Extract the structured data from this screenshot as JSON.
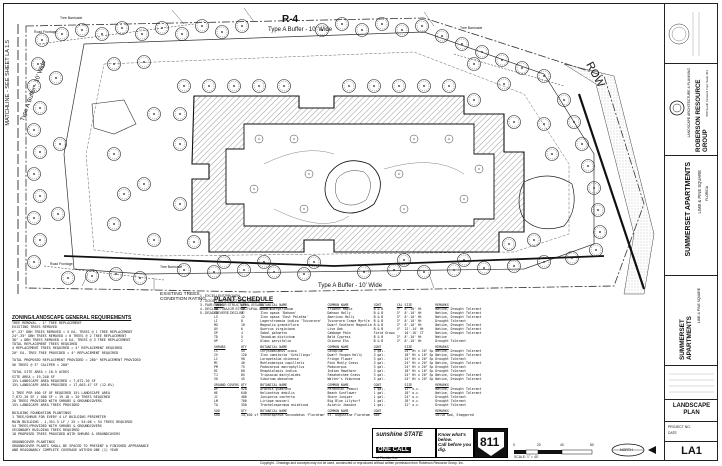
{
  "plan": {
    "r4_label": "R-4",
    "buffer_top": "Type A Buffer - 10' Wide",
    "buffer_bottom": "Type A Buffer - 10' Wide",
    "buffer_left": "Type A Buffer - 10' Wide",
    "row_label": "ROW",
    "matchline": "MATCHLINE - SEE SHEET LA 1.5",
    "tree_barricade": "Tree Barricade",
    "road_frontage": "Road Frontage",
    "existing_trees_title": "EXISTING TREES",
    "existing_trees_subtitle": "CONDITION RATING",
    "existing_rating": [
      "1 - EXCELLENT/PROVEN",
      "2 - GOOD / NO STRUCTURAL ISSUES",
      "3 - FAIR / MINOR STRUCTURAL ISSUES",
      "4 - DECLINE / MAJOR STRUCTURAL ISSUES",
      "5 - DEAD/SEVERE DECLINE"
    ]
  },
  "notes": {
    "title": "ZONING/LANDSCAPE GENERAL REQUIREMENTS",
    "lines": [
      "TREE REMOVAL - 1\" TREE REPLACEMENT",
      "EXISTING TREES REMOVED",
      "6\"-23\" DBH TREES REMOVED = 5 EA. TREES @ 1 TREE REPLACEMENT",
      "24\"-35\" DBH TREES REMOVED = 0 TREES @ 2 TREE REPLACEMENT",
      "36\" + DBH TREES REMOVED = 0 EA. TREES @ 3 TREE REPLACEMENT",
      "TOTAL REPLACEMENT TREES REQUIRED",
      "4 REPLACEMENT TREES REQUIRED = 4\" REPLACEMENT REQUIRED",
      "20\" EA. TREE TREE PROVIDED = 4\" REPLACEMENT REQUIRED",
      "",
      "TOTAL PROPOSED REPLACEMENT PROVIDED = 280\" REPLACEMENT PROVIDED",
      "56 TREES @ 5\" CALIPER = 280\"",
      "",
      "TOTAL SITE AREA = 10.5 ACRES",
      "SITE AREA = 19,240 SF",
      "15% LANDSCAPE AREA REQUIRED = 7,672.20 SF",
      "15% LANDSCAPE AREA PROVIDED = 17,603.47 SF (12.6%)",
      "",
      "1 TREE PER 400 SF OF REQUIRED 15% LANDSCAPE AREA",
      "7,672.20 SF / 400 SF = 19.18 = 20 TREES REQUIRED",
      "20 TREES PROVIDED WITH SHRUBS & GROUNDCOVERS",
      "15% LANDSCAPE AREA TREES PROVIDED",
      "",
      "BUILDING FOUNDATION PLANTINGS",
      "1 TREE/SHRUB FOR EVERY 4 LF BUILDING PERIMETER",
      "MAIN BUILDING - 1,351.5 LF / 25 = 54.06 = 54 TREES REQUIRED",
      "54 TREES/PROVIDED WITH SHRUBS & GROUNDCOVERS",
      "SECONDARY BUILDING TREES REQUIRED",
      "18 PROPOSED TREES PROVIDED WITH SHRUBS & GROUNDCOVERS",
      "",
      "GROUNDCOVER PLANTINGS",
      "GROUNDCOVER PLANTS SHALL BE SPACED TO PRESENT A FINISHED APPEARANCE",
      "AND REASONABLY COMPLETE COVERAGE WITHIN ONE (1) YEAR"
    ]
  },
  "schedule": {
    "title": "PLANT SCHEDULE",
    "headers": [
      "TREES",
      "QTY",
      "BOTANICAL NAME",
      "COMMON NAME",
      "CONT",
      "CAL",
      "SIZE",
      "REMARKS"
    ],
    "trees": [
      [
        "AB",
        "16",
        "Acer buergerianum",
        "Trident Maple",
        "B & B",
        "3\"",
        "8'-10' Ht",
        "Native, Drought Tolerant"
      ],
      [
        "CO",
        "7",
        "Ilex opaca 'Dahoon'",
        "Dahoon Holly",
        "B & B",
        "3\"",
        "8'-10' Ht",
        "Native, Drought Tolerant"
      ],
      [
        "LS",
        "12",
        "Ilex opaca 'East Palatka'",
        "American Holly",
        "B & B",
        "3\"",
        "8'-10' Ht",
        "Native, Drought Tolerant"
      ],
      [
        "LI",
        "8",
        "Lagerstroemia indica 'Tuscarora'",
        "Tuscarora Crape Myrtle",
        "B & B",
        "3\"",
        "8'-10' Ht",
        "Drought Tolerant"
      ],
      [
        "MG",
        "10",
        "Magnolia grandiflora",
        "Dwarf Southern Magnolia",
        "B & B",
        "3\"",
        "8'-10' Ht",
        "Native, Drought Tolerant"
      ],
      [
        "QV",
        "6",
        "Quercus virginiana",
        "Live Oak",
        "B & B",
        "4\"",
        "12'-14' Ht",
        "Native, Drought Tolerant"
      ],
      [
        "SP",
        "4",
        "Sabal palmetto",
        "Cabbage Palm",
        "Field Grown",
        "",
        "10'-16' CT",
        "Native, Drought Tolerant"
      ],
      [
        "TD",
        "5",
        "Taxodium distichum",
        "Bald Cypress",
        "B & B",
        "3\"",
        "8'-10' Ht",
        "Native"
      ],
      [
        "UP",
        "2",
        "Ulmus parvifolia",
        "Chinese Elm",
        "B & B",
        "3\"",
        "8'-10' Ht",
        "Drought Tolerant"
      ]
    ],
    "shrubs_header": [
      "SHRUBS",
      "QTY",
      "BOTANICAL NAME",
      "COMMON NAME",
      "CONT",
      "",
      "SIZE",
      "REMARKS"
    ],
    "shrubs": [
      [
        "CS",
        "55",
        "Chrysobalanus icaco",
        "Cocoplum",
        "3 gal.",
        "",
        "24\" Ht x 20\" Sp",
        "Native, Drought Tolerant"
      ],
      [
        "IV",
        "120",
        "Ilex vomitoria 'Schillings'",
        "Dwarf Yaupon Holly",
        "3 gal.",
        "",
        "18\" Ht x 18\" Sp",
        "Native, Drought Tolerant"
      ],
      [
        "LC",
        "90",
        "Loropetalum chinense",
        "Fringe Flower",
        "3 gal.",
        "",
        "24\" Ht x 20\" Sp",
        "Drought Tolerant"
      ],
      [
        "MC",
        "40",
        "Muhlenbergia capillaris",
        "Pink Muhly Grass",
        "3 gal.",
        "",
        "24\" Ht x 20\" Sp",
        "Native, Drought Tolerant"
      ],
      [
        "PM",
        "75",
        "Podocarpus macrophyllus",
        "Podocarpus",
        "3 gal.",
        "",
        "24\" Ht x 20\" Sp",
        "Drought Tolerant"
      ],
      [
        "RI",
        "60",
        "Rhaphiolepis indica",
        "Indian Hawthorn",
        "3 gal.",
        "",
        "18\" Ht x 18\" Sp",
        "Drought Tolerant"
      ],
      [
        "TJ",
        "85",
        "Tripsacum dactyloides",
        "Fakahatchee Grass",
        "3 gal.",
        "",
        "24\" Ht x 20\" Sp",
        "Native, Drought Tolerant"
      ],
      [
        "VO",
        "45",
        "Viburnum obovatum",
        "Walter's Viburnum",
        "3 gal.",
        "",
        "24\" Ht x 20\" Sp",
        "Native, Drought Tolerant"
      ]
    ],
    "groundcovers_header": [
      "GROUND COVERS",
      "QTY",
      "BOTANICAL NAME",
      "COMMON NAME",
      "CONT",
      "",
      "SIZE",
      "REMARKS"
    ],
    "groundcovers": [
      [
        "AP",
        "920",
        "Arachis glabrata",
        "Perennial Peanut",
        "1 gal.",
        "",
        "12\" o.c.",
        "Native, Drought Tolerant"
      ],
      [
        "HE",
        "640",
        "Helianthus debilis",
        "Beach Sunflower",
        "1 gal.",
        "",
        "18\" o.c.",
        "Native, Drought Tolerant"
      ],
      [
        "JC",
        "480",
        "Juniperus conferta",
        "Shore Juniper",
        "1 gal.",
        "",
        "24\" o.c.",
        "Drought Tolerant"
      ],
      [
        "LM",
        "700",
        "Liriope muscari",
        "Big Blue Lilyturf",
        "1 gal.",
        "",
        "18\" o.c.",
        "Drought Tolerant"
      ],
      [
        "TA",
        "350",
        "Trachelospermum asiaticum",
        "Asiatic Jasmine",
        "1 gal.",
        "",
        "12\" o.c.",
        "Drought Tolerant"
      ]
    ],
    "sod_header": [
      "SOD",
      "QTY",
      "BOTANICAL NAME",
      "COMMON NAME",
      "CONT",
      "",
      "",
      "REMARKS"
    ],
    "sod": [
      [
        "SOD",
        "14,630 sf",
        "Stenotaphrum secundatum 'Floratam'",
        "St. Augustine Floratam",
        "Sod",
        "",
        "",
        "Solid Sod, Staggered"
      ]
    ]
  },
  "banners": {
    "sunshine_title": "sunshine STATE",
    "sunshine_sub": "ONE CALL",
    "sunshine_line": "of Florida, Inc.",
    "know_title": "Know what's below.",
    "know_sub": "Call before you dig.",
    "eleven": "811"
  },
  "scale": {
    "north": "NORTH",
    "scale_text": "SCALE: 1\" = 40'",
    "ticks": [
      "0",
      "20",
      "40",
      "80"
    ]
  },
  "titleblock": {
    "firm": "ROBERSON RESOURCE GROUP",
    "firm_sub": "LANDSCAPE ARCHITECTURE & PLANNING",
    "firm_address": "500 South Tamiami Trail, Suite 301",
    "project_name": "SUMMERSET APARTMENTS",
    "project_sub": "LIME & PINE SQUARE",
    "project_city": "FLORIDA",
    "drawing_title": "LANDSCAPE PLAN",
    "sheet_no": "LA1",
    "project_no": "PROJECT NO.",
    "date_label": "DATE",
    "copyright": "Copyright - Drawings and concepts may not be used, constructed or reproduced without written permission from Roberson Resource Group, Inc."
  },
  "colors": {
    "ink": "#1a1a1a",
    "gray": "#8a8a8a",
    "hatch": "#555555"
  }
}
